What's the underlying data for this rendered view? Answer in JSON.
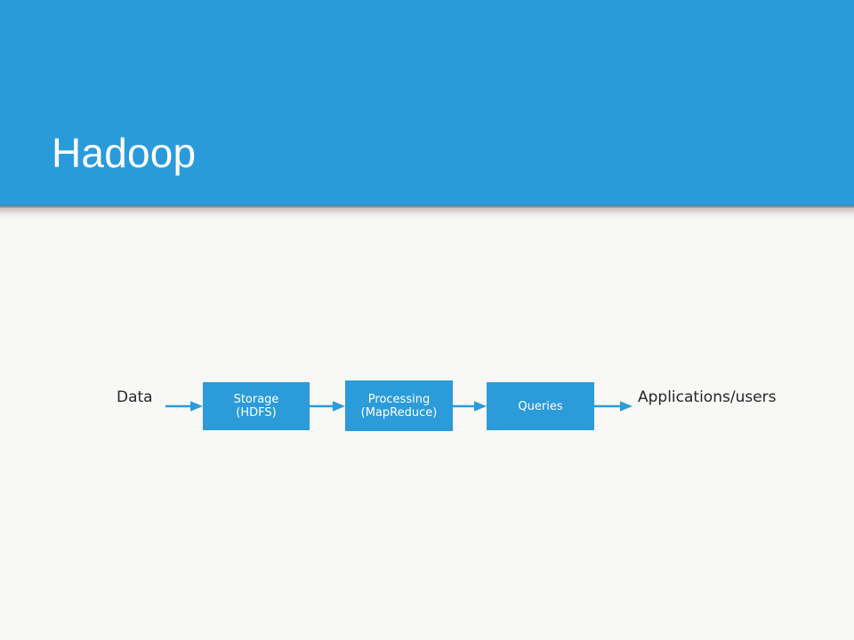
{
  "slide": {
    "title": "Hadoop",
    "header_color": "#2a9bda",
    "background_color": "#f8f8f7",
    "accent_color": "#2b9bd9",
    "title_color": "#ffffff",
    "label_color": "#262626"
  },
  "diagram": {
    "type": "flow",
    "input_label": "Data",
    "output_label": "Applications/users",
    "stages": [
      {
        "line1": "Storage",
        "line2": "(HDFS)"
      },
      {
        "line1": "Processing",
        "line2": "(MapReduce)"
      },
      {
        "line1": "Queries",
        "line2": ""
      }
    ],
    "arrow_count": 4,
    "arrow_color": "#2b9bd9"
  }
}
